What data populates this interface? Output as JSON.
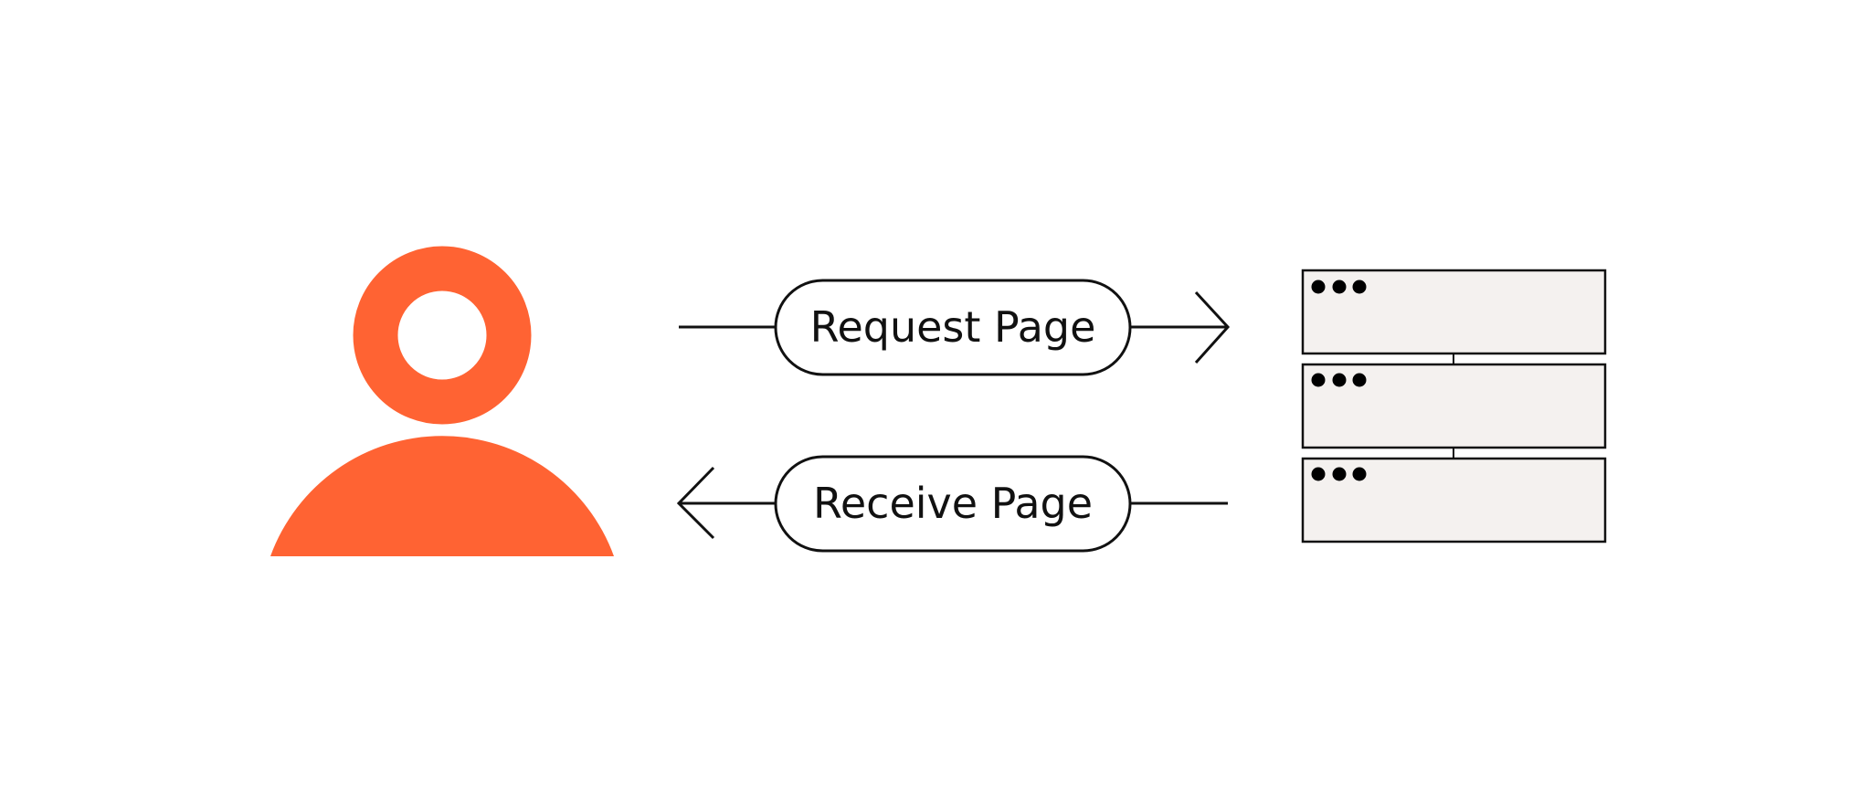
{
  "diagram": {
    "request_label": "Request Page",
    "receive_label": "Receive Page",
    "server_rack": {
      "unit_count": 3,
      "dots_per_unit": 3
    }
  },
  "colors": {
    "background": "#ffffff",
    "user_accent": "#ff6333",
    "stroke": "#111111",
    "server_fill": "#f4f1ef",
    "pill_fill": "#ffffff"
  },
  "icons": {
    "user": "user-icon",
    "server": "server-rack-icon"
  }
}
